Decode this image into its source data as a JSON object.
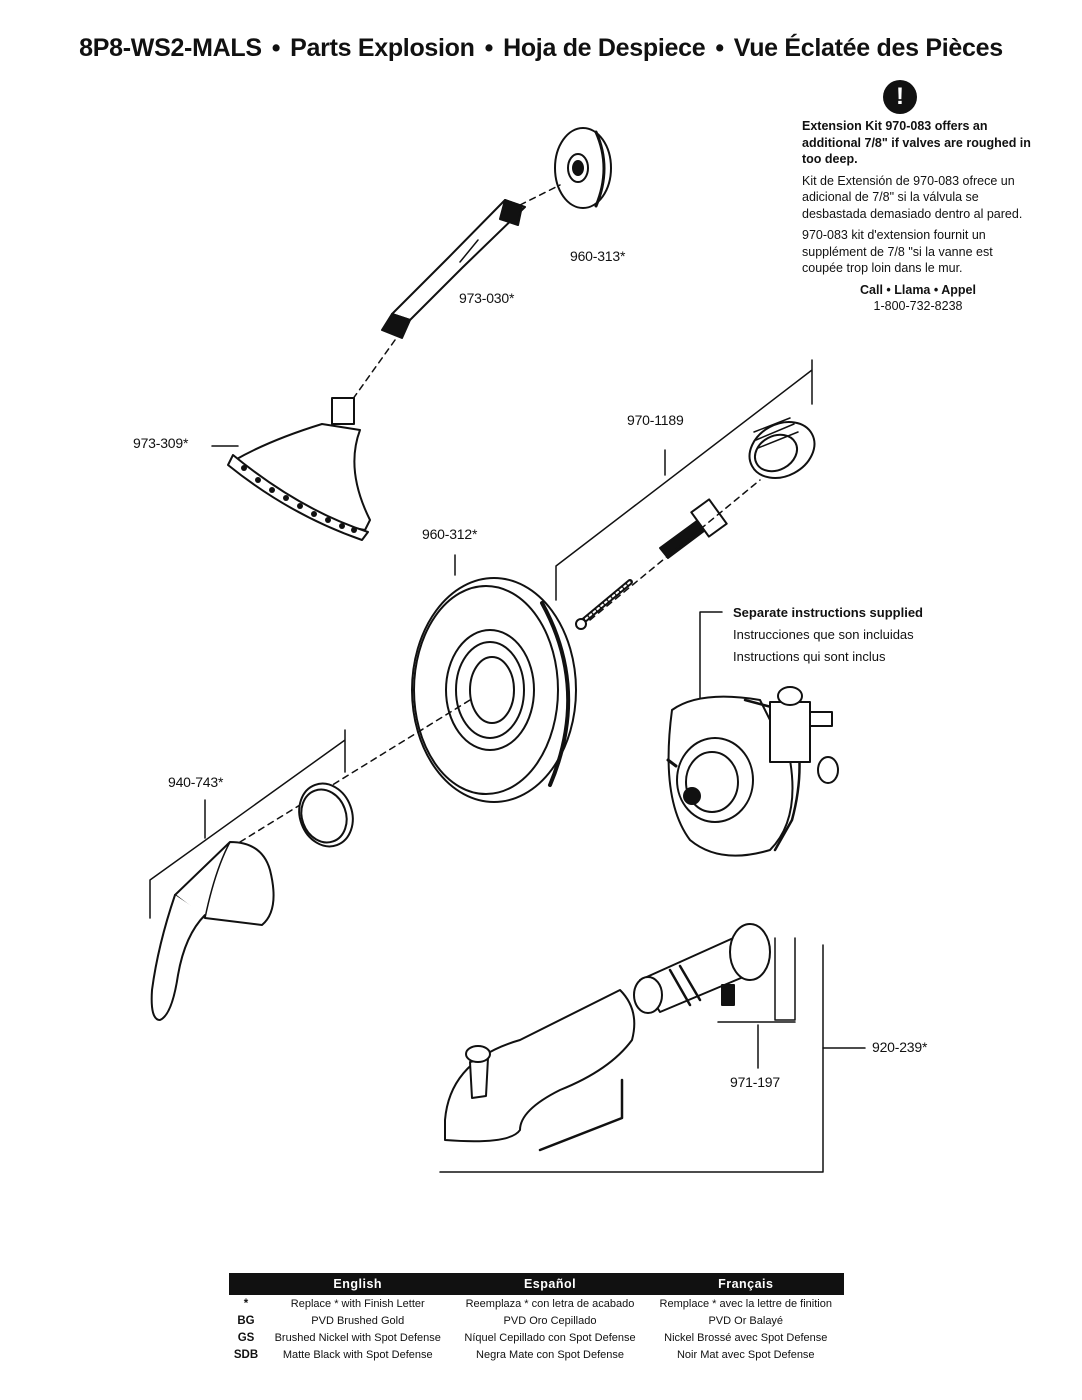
{
  "header": {
    "model": "8P8-WS2-MALS",
    "separator": "•",
    "title_en": "Parts Explosion",
    "title_es": "Hoja de Despiece",
    "title_fr": "Vue Éclatée des Pièces"
  },
  "extension_note": {
    "icon": "exclamation-icon",
    "icon_glyph": "!",
    "english": "Extension Kit 970-083 offers an additional 7/8\" if valves are roughed in too deep.",
    "spanish": "Kit de Extensión de 970-083 ofrece un adicional de 7/8\" si la válvula se desbastada demasiado dentro al pared.",
    "french": "970-083 kit d'extension fournit un supplément de 7/8 \"si la vanne est coupée trop loin dans le mur.",
    "call_label": "Call • Llama • Appel",
    "phone": "1-800-732-8238"
  },
  "parts": {
    "flange_arm": "960-313*",
    "shower_arm": "973-030*",
    "shower_head": "973-309*",
    "stem_extension": "970-1189",
    "escutcheon": "960-312*",
    "handle": "940-743*",
    "set_screw": "971-197",
    "tub_spout": "920-239*"
  },
  "valve_note": {
    "english": "Separate instructions supplied",
    "spanish": "Instrucciones que son incluidas",
    "french": "Instructions qui sont inclus"
  },
  "finish_table": {
    "headers": [
      "",
      "English",
      "Español",
      "Français"
    ],
    "rows": [
      {
        "code": "*",
        "en": "Replace * with Finish Letter",
        "es": "Reemplaza * con letra de acabado",
        "fr": "Remplace * avec la lettre de finition"
      },
      {
        "code": "BG",
        "en": "PVD Brushed Gold",
        "es": "PVD Oro Cepillado",
        "fr": "PVD Or Balayé"
      },
      {
        "code": "GS",
        "en": "Brushed Nickel with Spot Defense",
        "es": "Níquel Cepillado con Spot Defense",
        "fr": "Nickel Brossé avec Spot Defense"
      },
      {
        "code": "SDB",
        "en": "Matte Black with Spot Defense",
        "es": "Negra Mate con Spot Defense",
        "fr": "Noir Mat avec Spot Defense"
      }
    ]
  }
}
